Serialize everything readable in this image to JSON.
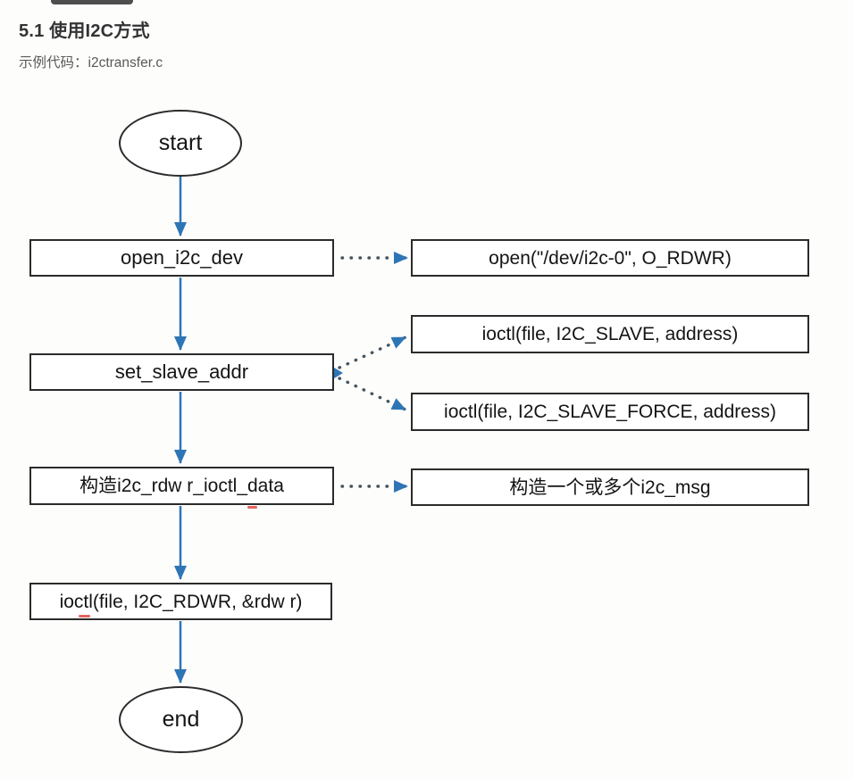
{
  "header": {
    "title": "5.1 使用I2C方式",
    "subtitle": "示例代码：i2ctransfer.c"
  },
  "flowchart": {
    "terminals": {
      "start": "start",
      "end": "end"
    },
    "steps": [
      {
        "label": "open_i2c_dev"
      },
      {
        "label": "set_slave_addr"
      },
      {
        "label": "构造i2c_rdw r_ioctl_data"
      },
      {
        "label": "ioctl(file, I2C_RDWR, &rdw r)"
      }
    ],
    "callouts": [
      {
        "label": "open(\"/dev/i2c-0\", O_RDWR)"
      },
      {
        "label": "ioctl(file, I2C_SLAVE, address)"
      },
      {
        "label": "ioctl(file, I2C_SLAVE_FORCE, address)"
      },
      {
        "label": "构造一个或多个i2c_msg"
      }
    ]
  },
  "colors": {
    "solid_arrow": "#2e75b6",
    "dotted_line": "#45545e",
    "node_border": "#2b2b2b",
    "title_text": "#333333",
    "subtitle_text": "#595959",
    "artifact_red": "#d93025"
  }
}
